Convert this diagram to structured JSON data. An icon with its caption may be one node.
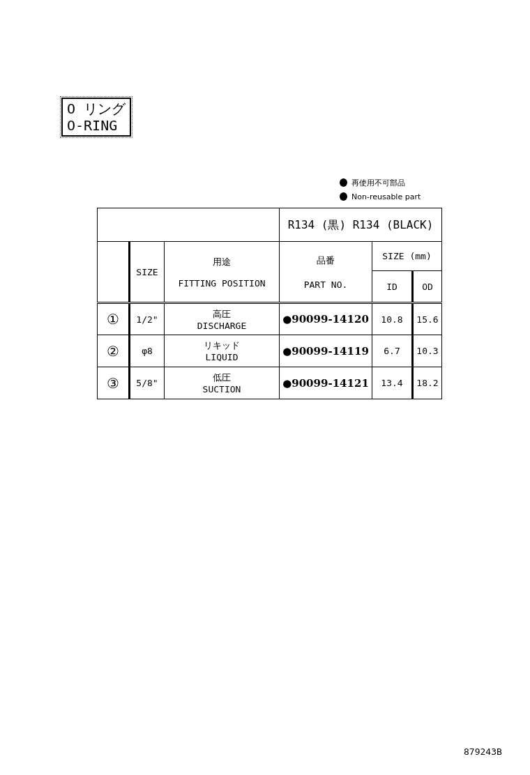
{
  "diagram": {
    "nodes": [
      {
        "text": [
          "O リング",
          "O-RING"
        ]
      }
    ],
    "labels": [
      "R134 (黒) R134 (BLACK)",
      "SIZE",
      "用途",
      "FITTING POSITION",
      "品番",
      "PART NO.",
      "SIZE (mm)",
      "ID",
      "OD",
      "①",
      "1/2\"",
      "高圧",
      "DISCHARGE",
      "●90099-14120",
      "10.8",
      "15.6",
      "②",
      "φ8",
      "リキッド",
      "LIQUID",
      "●90099-14119",
      "6.7",
      "10.3",
      "③",
      "5/8\"",
      "低圧",
      "SUCTION",
      "●90099-14121",
      "13.4",
      "18.2",
      "879243B"
    ],
    "legend": [
      {
        "text": "再使用不可部品",
        "color": "#000000"
      },
      {
        "text": "Non-reusable part",
        "color": "#000000"
      }
    ]
  }
}
